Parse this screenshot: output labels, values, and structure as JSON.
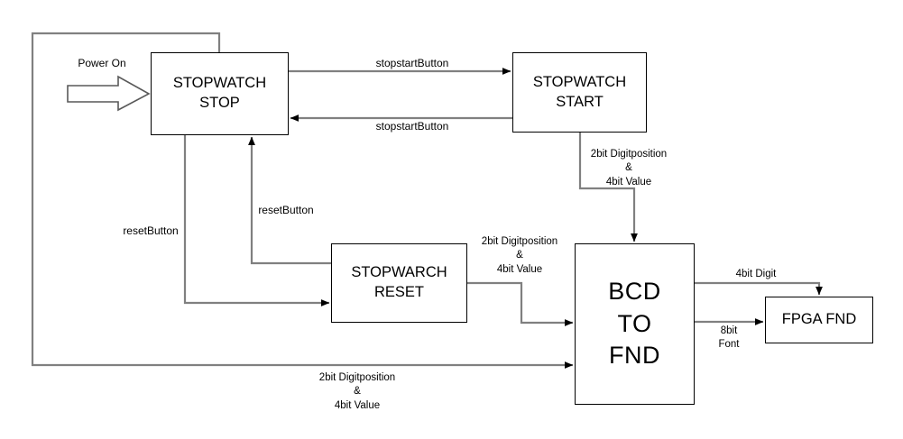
{
  "diagram": {
    "title": "Stopwatch FSM block diagram",
    "colors": {
      "wire": "#808080",
      "border": "#000000",
      "text": "#000000",
      "background": "#ffffff"
    },
    "nodes": [
      {
        "id": "stopwatch-stop",
        "label": "STOPWATCH\nSTOP"
      },
      {
        "id": "stopwatch-start",
        "label": "STOPWATCH\nSTART"
      },
      {
        "id": "stopwarch-reset",
        "label": "STOPWARCH\nRESET"
      },
      {
        "id": "bcd-to-fnd",
        "label": "BCD\nTO\nFND"
      },
      {
        "id": "fpga-fnd",
        "label": "FPGA FND"
      }
    ],
    "start_marker": {
      "label": "Power On"
    },
    "edge_labels": [
      {
        "id": "stop-to-start",
        "text": "stopstartButton"
      },
      {
        "id": "start-to-stop",
        "text": "stopstartButton"
      },
      {
        "id": "stop-to-reset",
        "text": "resetButton"
      },
      {
        "id": "reset-to-stop",
        "text": "resetButton"
      },
      {
        "id": "start-to-bcd",
        "text": "2bit Digitposition\n&\n4bit Value"
      },
      {
        "id": "reset-to-bcd",
        "text": "2bit Digitposition\n&\n4bit Value"
      },
      {
        "id": "stop-to-bcd",
        "text": "2bit Digitposition\n&\n4bit Value"
      },
      {
        "id": "bcd-digit-to-fpga",
        "text": "4bit Digit"
      },
      {
        "id": "bcd-font-to-fpga",
        "text": "8bit\nFont"
      }
    ]
  }
}
